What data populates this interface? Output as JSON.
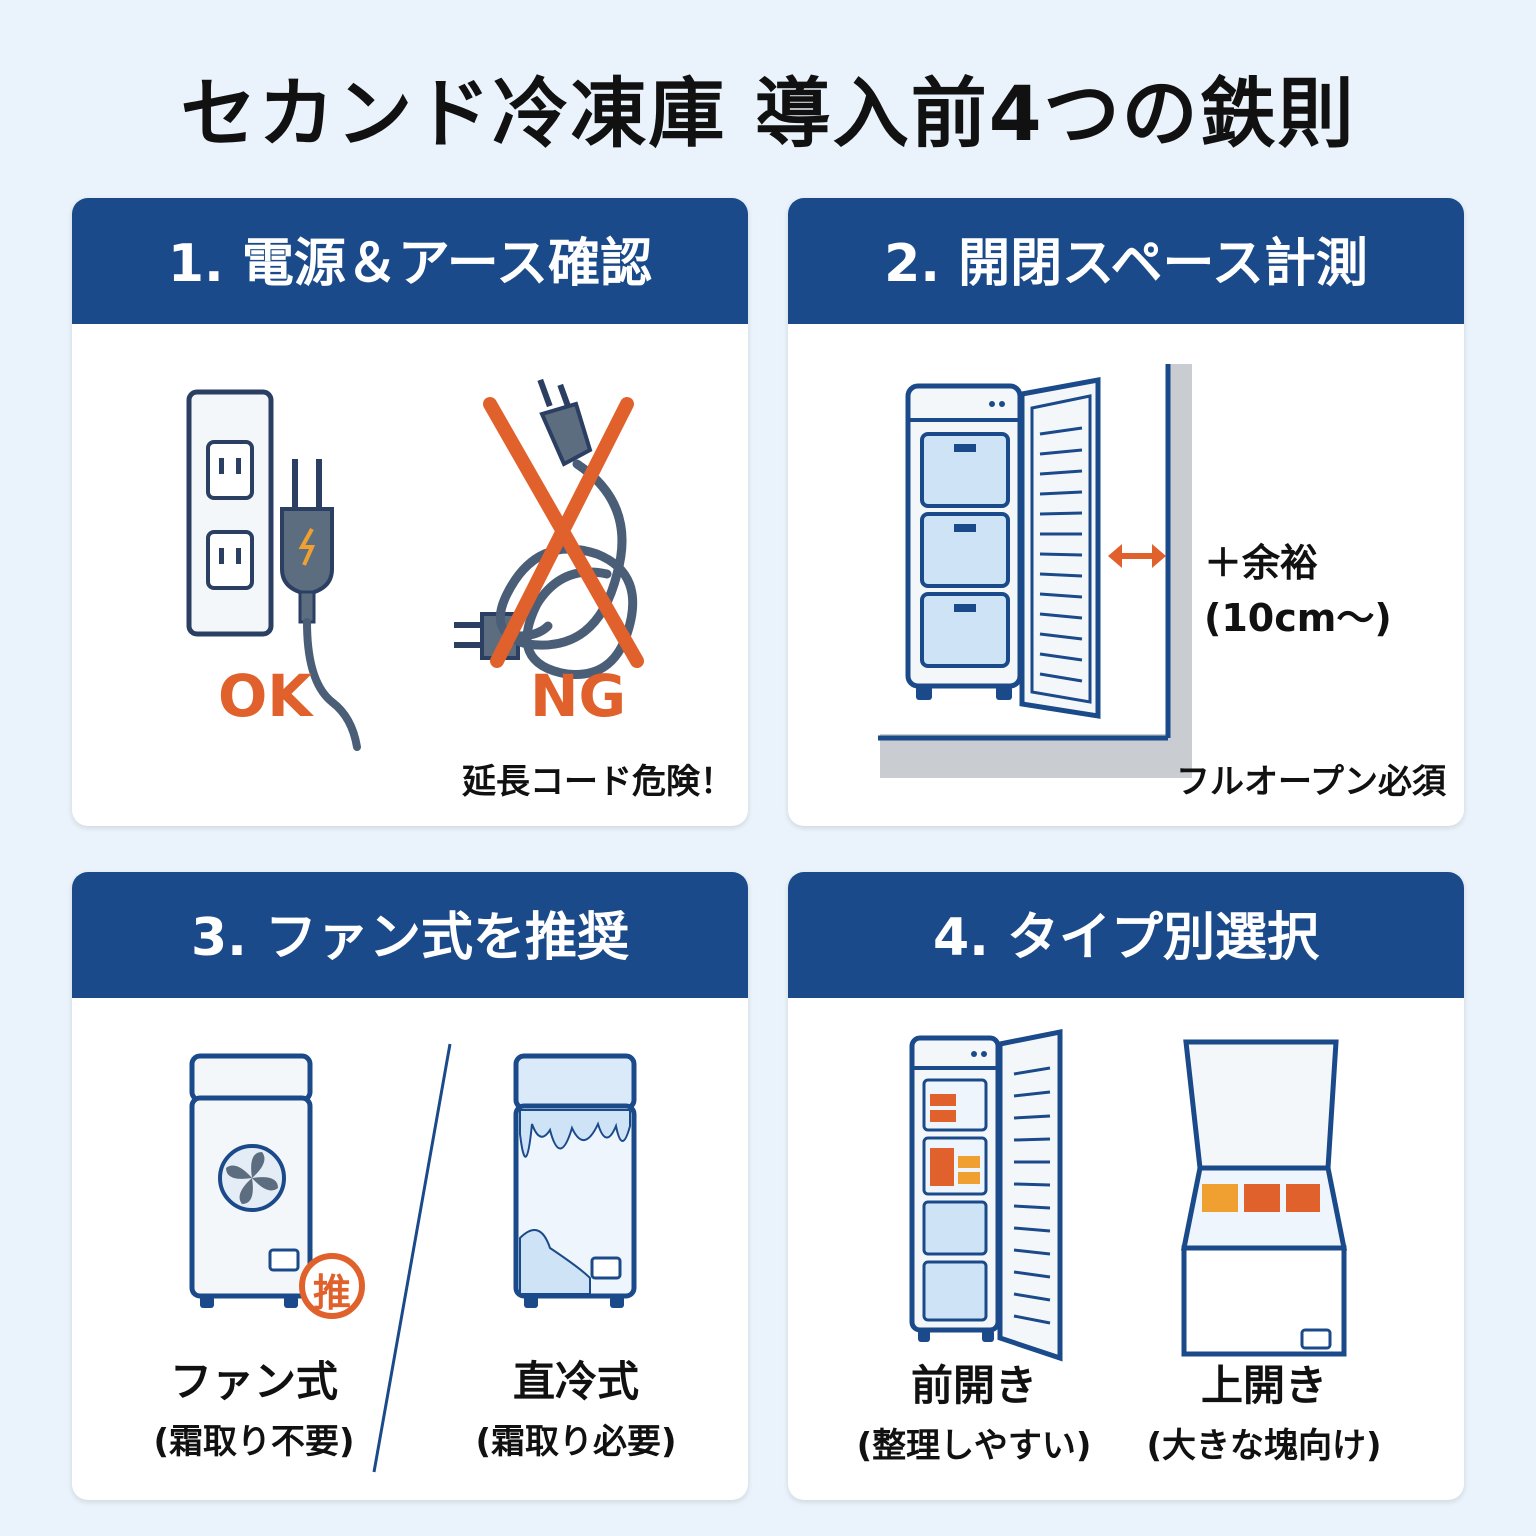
{
  "title": "セカンド冷凍庫 導入前4つの鉄則",
  "colors": {
    "navy": "#1b4a8a",
    "accent": "#e0612b",
    "ice": "#cfe3f7",
    "background": "#eaf3fb"
  },
  "cards": [
    {
      "heading": "1. 電源＆アース確認",
      "ok_label": "OK",
      "ng_label": "NG",
      "note": "延長コード危険！",
      "icons": [
        "wall-outlet-icon",
        "plug-icon",
        "tangled-extension-cord-icon",
        "cross-mark-icon"
      ]
    },
    {
      "heading": "2. 開閉スペース計測",
      "margin_label": "＋余裕 (10cm〜)",
      "note": "フルオープン必須",
      "icons": [
        "open-upright-freezer-icon",
        "wall-icon",
        "double-arrow-icon"
      ]
    },
    {
      "heading": "3. ファン式を推奨",
      "recommend_badge": "推",
      "left": {
        "name": "ファン式",
        "sub": "(霜取り不要)"
      },
      "right": {
        "name": "直冷式",
        "sub": "(霜取り必要)"
      },
      "icons": [
        "fan-freezer-icon",
        "frosted-freezer-icon"
      ]
    },
    {
      "heading": "4. タイプ別選択",
      "left": {
        "name": "前開き",
        "sub": "(整理しやすい)"
      },
      "right": {
        "name": "上開き",
        "sub": "(大きな塊向け)"
      },
      "icons": [
        "front-opening-freezer-icon",
        "chest-freezer-icon"
      ]
    }
  ]
}
